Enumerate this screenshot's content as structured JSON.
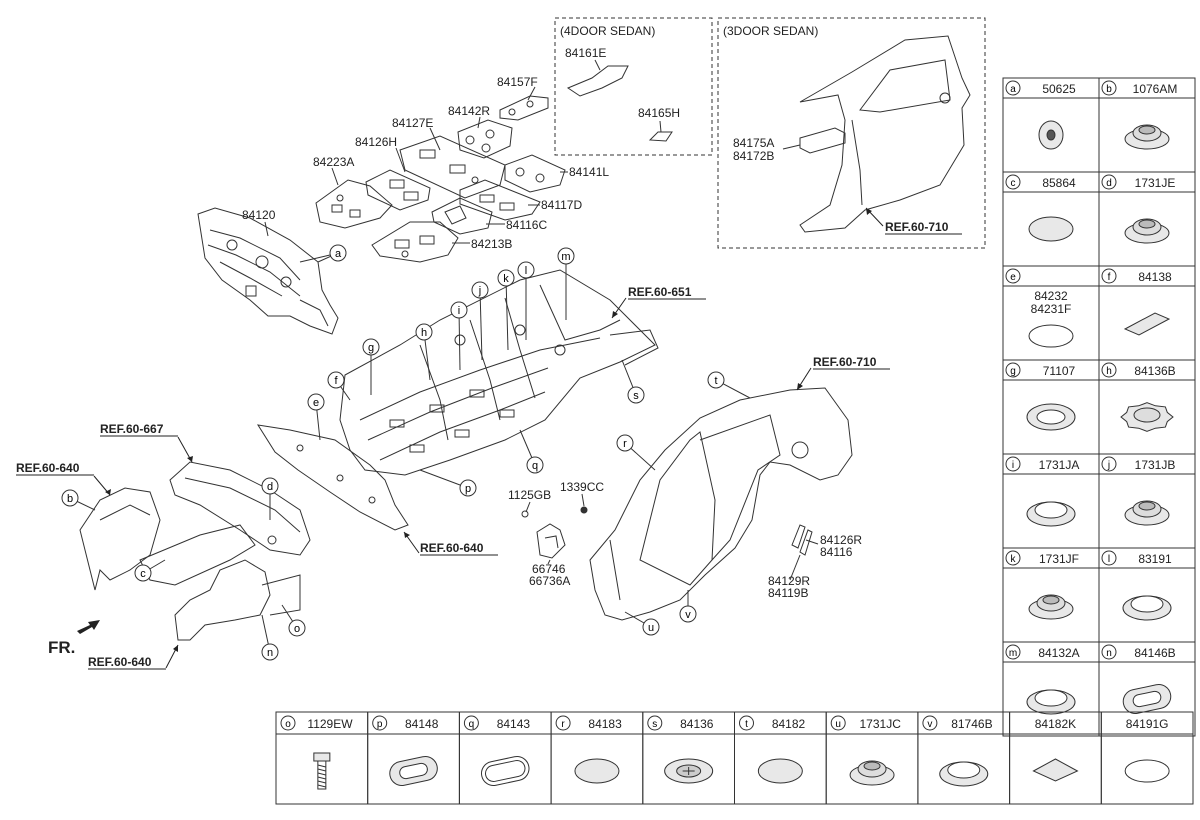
{
  "inset_4door": {
    "title": "(4DOOR SEDAN)",
    "parts": [
      "84161E",
      "84165H"
    ]
  },
  "inset_3door": {
    "title": "(3DOOR SEDAN)",
    "parts": [
      "84175A",
      "84172B"
    ],
    "ref": "REF.60-710"
  },
  "main_labels": {
    "p84157F": "84157F",
    "p84142R": "84142R",
    "p84127E": "84127E",
    "p84126H": "84126H",
    "p84223A": "84223A",
    "p84141L": "84141L",
    "p84117D": "84117D",
    "p84116C": "84116C",
    "p84213B": "84213B",
    "p84120": "84120",
    "p1125GB": "1125GB",
    "p1339CC": "1339CC",
    "p66746": "66746",
    "p66736A": "66736A",
    "p84126R": "84126R",
    "p84116": "84116",
    "p84129R": "84129R",
    "p84119B": "84119B"
  },
  "refs": {
    "ref651": "REF.60-651",
    "ref710": "REF.60-710",
    "ref667": "REF.60-667",
    "ref640a": "REF.60-640",
    "ref640b": "REF.60-640",
    "ref640c": "REF.60-640"
  },
  "front_label": "FR.",
  "callouts": [
    "a",
    "b",
    "c",
    "d",
    "e",
    "f",
    "g",
    "h",
    "i",
    "j",
    "k",
    "l",
    "m",
    "n",
    "o",
    "p",
    "q",
    "r",
    "s",
    "t",
    "u",
    "v"
  ],
  "right_table": [
    {
      "letter": "a",
      "part": "50625",
      "shape": "washer-small"
    },
    {
      "letter": "b",
      "part": "1076AM",
      "shape": "grommet-dome"
    },
    {
      "letter": "c",
      "part": "85864",
      "shape": "disc"
    },
    {
      "letter": "d",
      "part": "1731JE",
      "shape": "grommet-dome"
    },
    {
      "letter": "e",
      "part": "84232",
      "part2": "84231F",
      "shape": "disc-thin"
    },
    {
      "letter": "f",
      "part": "84138",
      "shape": "pad"
    },
    {
      "letter": "g",
      "part": "71107",
      "shape": "ring"
    },
    {
      "letter": "h",
      "part": "84136B",
      "shape": "grommet-toothed"
    },
    {
      "letter": "i",
      "part": "1731JA",
      "shape": "ring-plug"
    },
    {
      "letter": "j",
      "part": "1731JB",
      "shape": "grommet-dome"
    },
    {
      "letter": "k",
      "part": "1731JF",
      "shape": "grommet-dome"
    },
    {
      "letter": "l",
      "part": "83191",
      "shape": "ring-plug"
    },
    {
      "letter": "m",
      "part": "84132A",
      "shape": "ring-plug"
    },
    {
      "letter": "n",
      "part": "84146B",
      "shape": "oval-plug"
    }
  ],
  "bottom_table": [
    {
      "letter": "o",
      "part": "1129EW",
      "shape": "bolt"
    },
    {
      "letter": "p",
      "part": "84148",
      "shape": "oval-plug"
    },
    {
      "letter": "q",
      "part": "84143",
      "shape": "oval-ring"
    },
    {
      "letter": "r",
      "part": "84183",
      "shape": "disc"
    },
    {
      "letter": "s",
      "part": "84136",
      "shape": "grommet-cross"
    },
    {
      "letter": "t",
      "part": "84182",
      "shape": "disc"
    },
    {
      "letter": "u",
      "part": "1731JC",
      "shape": "grommet-dome"
    },
    {
      "letter": "v",
      "part": "81746B",
      "shape": "ring-plug"
    },
    {
      "letter": "",
      "part": "84182K",
      "shape": "pad-diamond"
    },
    {
      "letter": "",
      "part": "84191G",
      "shape": "disc-thin"
    }
  ]
}
